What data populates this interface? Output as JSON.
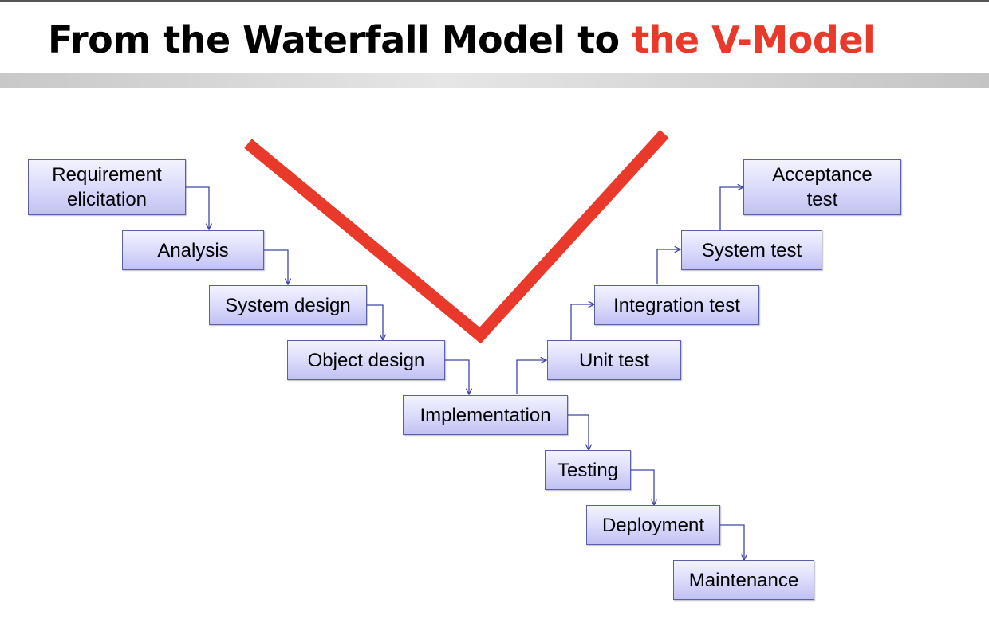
{
  "title": {
    "prefix": "From the Waterfall Model to ",
    "highlight": "the V-Model"
  },
  "colors": {
    "highlight": "#e8392a",
    "v_shape": "#e8392a",
    "box_fill_top": "#f3f3ff",
    "box_fill_bottom": "#c1c1f2",
    "box_border": "#5b5fa8",
    "connector": "#3f44a4"
  },
  "waterfall_steps": [
    "Requirement\nelicitation",
    "Analysis",
    "System design",
    "Object design",
    "Implementation",
    "Testing",
    "Deployment",
    "Maintenance"
  ],
  "v_right_steps": [
    "Unit test",
    "Integration test",
    "System test",
    "Acceptance\ntest"
  ]
}
